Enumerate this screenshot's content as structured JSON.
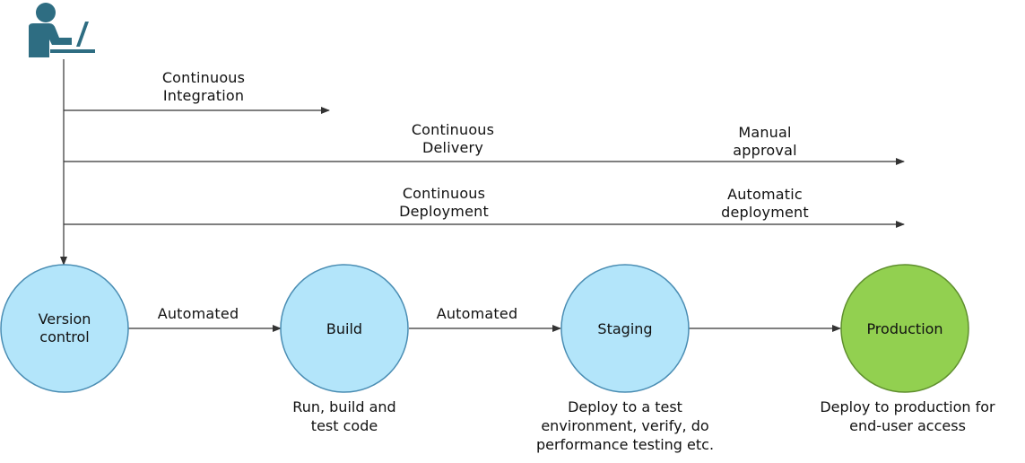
{
  "flows": {
    "ci": [
      "Continuous",
      "Integration"
    ],
    "cd": [
      "Continuous",
      "Delivery"
    ],
    "cdep": [
      "Continuous",
      "Deployment"
    ],
    "manual": [
      "Manual",
      "approval"
    ],
    "automatic": [
      "Automatic",
      "deployment"
    ]
  },
  "nodes": {
    "version_control": [
      "Version",
      "control"
    ],
    "build": [
      "Build"
    ],
    "staging": [
      "Staging"
    ],
    "production": [
      "Production"
    ]
  },
  "edges": {
    "vc_to_build": "Automated",
    "build_to_staging": "Automated"
  },
  "descriptions": {
    "build": [
      "Run, build and",
      "test code"
    ],
    "staging": [
      "Deploy to a test",
      "environment, verify, do",
      "performance testing etc."
    ],
    "production": [
      "Deploy to production for",
      "end-user access"
    ]
  },
  "colors": {
    "stage_fill": "#b3e5fa",
    "stage_stroke": "#4a8db3",
    "production_fill": "#92d050",
    "production_stroke": "#5f8f2e",
    "icon": "#2e6d82",
    "line": "#333333"
  },
  "icons": [
    "developer-laptop-icon"
  ]
}
